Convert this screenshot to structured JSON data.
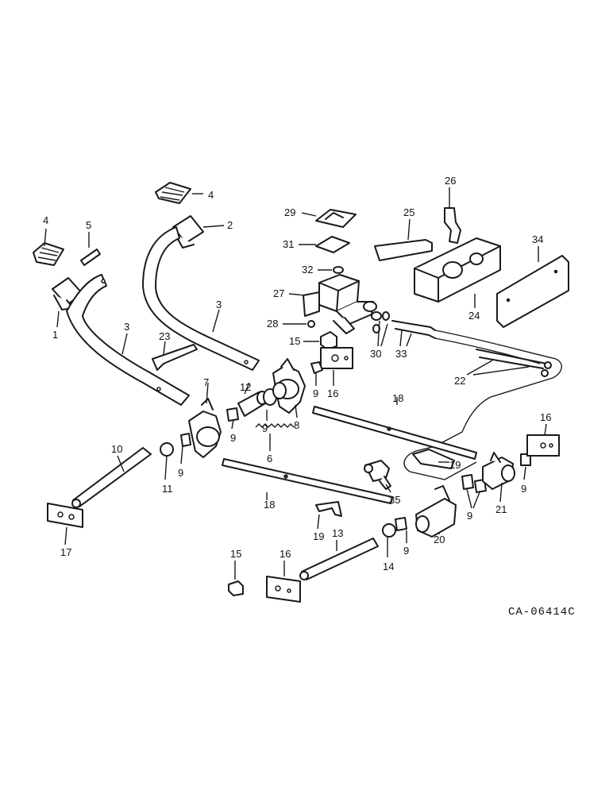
{
  "diagram": {
    "drawing_code": "CA-06414C",
    "callouts": [
      {
        "id": "c4a",
        "text": "4"
      },
      {
        "id": "c4b",
        "text": "4"
      },
      {
        "id": "c5",
        "text": "5"
      },
      {
        "id": "c2",
        "text": "2"
      },
      {
        "id": "c1",
        "text": "1"
      },
      {
        "id": "c3a",
        "text": "3"
      },
      {
        "id": "c3b",
        "text": "3"
      },
      {
        "id": "c23",
        "text": "23"
      },
      {
        "id": "c29",
        "text": "29"
      },
      {
        "id": "c31",
        "text": "31"
      },
      {
        "id": "c32",
        "text": "32"
      },
      {
        "id": "c27",
        "text": "27"
      },
      {
        "id": "c28",
        "text": "28"
      },
      {
        "id": "c15a",
        "text": "15"
      },
      {
        "id": "c16a",
        "text": "16"
      },
      {
        "id": "c30",
        "text": "30"
      },
      {
        "id": "c33",
        "text": "33"
      },
      {
        "id": "c26",
        "text": "26"
      },
      {
        "id": "c25",
        "text": "25"
      },
      {
        "id": "c24",
        "text": "24"
      },
      {
        "id": "c34",
        "text": "34"
      },
      {
        "id": "c22",
        "text": "22"
      },
      {
        "id": "c7",
        "text": "7"
      },
      {
        "id": "c12",
        "text": "12"
      },
      {
        "id": "c9a",
        "text": "9"
      },
      {
        "id": "c9b",
        "text": "9"
      },
      {
        "id": "c8",
        "text": "8"
      },
      {
        "id": "c9c",
        "text": "9"
      },
      {
        "id": "c6",
        "text": "6"
      },
      {
        "id": "c10",
        "text": "10"
      },
      {
        "id": "c11",
        "text": "11"
      },
      {
        "id": "c9d",
        "text": "9"
      },
      {
        "id": "c18a",
        "text": "18"
      },
      {
        "id": "c18b",
        "text": "18"
      },
      {
        "id": "c16b",
        "text": "16"
      },
      {
        "id": "c19a",
        "text": "19"
      },
      {
        "id": "c19b",
        "text": "19"
      },
      {
        "id": "c35",
        "text": "35"
      },
      {
        "id": "c9e",
        "text": "9"
      },
      {
        "id": "c21",
        "text": "21"
      },
      {
        "id": "c9f",
        "text": "9"
      },
      {
        "id": "c20",
        "text": "20"
      },
      {
        "id": "c17",
        "text": "17"
      },
      {
        "id": "c13",
        "text": "13"
      },
      {
        "id": "c9g",
        "text": "9"
      },
      {
        "id": "c14",
        "text": "14"
      },
      {
        "id": "c15b",
        "text": "15"
      },
      {
        "id": "c16c",
        "text": "16"
      }
    ]
  }
}
